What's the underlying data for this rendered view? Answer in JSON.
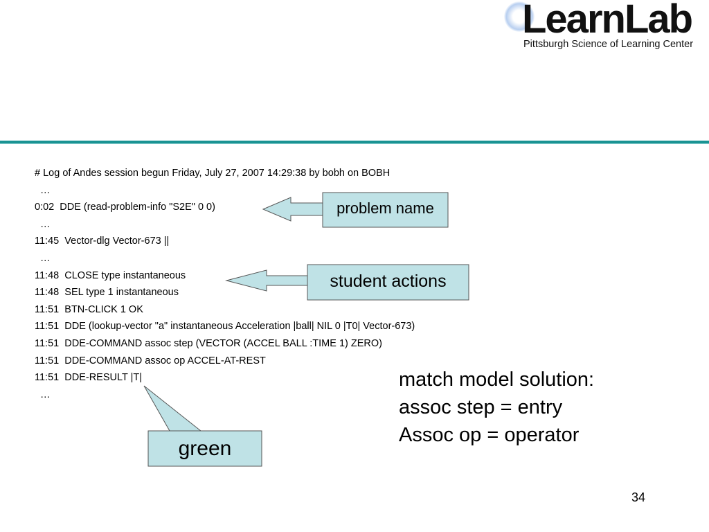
{
  "logo": {
    "name": "LearnLab",
    "subtitle": "Pittsburgh Science of Learning Center"
  },
  "log_lines": [
    "# Log of Andes session begun Friday, July 27, 2007 14:29:38 by bobh on BOBH",
    "  …",
    "0:02  DDE (read-problem-info \"S2E\" 0 0)",
    "  …",
    "11:45  Vector-dlg Vector-673 ||",
    "  …",
    "11:48  CLOSE type instantaneous",
    "11:48  SEL type 1 instantaneous",
    "11:51  BTN-CLICK 1 OK",
    "11:51  DDE (lookup-vector \"a\" instantaneous Acceleration |ball| NIL 0 |T0| Vector-673)",
    "11:51  DDE-COMMAND assoc step (VECTOR (ACCEL BALL :TIME 1) ZERO)",
    "11:51  DDE-COMMAND assoc op ACCEL-AT-REST",
    "11:51  DDE-RESULT |T|",
    "  …"
  ],
  "callouts": {
    "problem_name": "problem name",
    "student_actions": "student actions",
    "green": "green"
  },
  "note": [
    "match model solution:",
    "assoc step = entry",
    "Assoc op = operator"
  ],
  "page_number": "34",
  "colors": {
    "rule": "#1a9393",
    "callout_fill": "#bfe2e6"
  }
}
